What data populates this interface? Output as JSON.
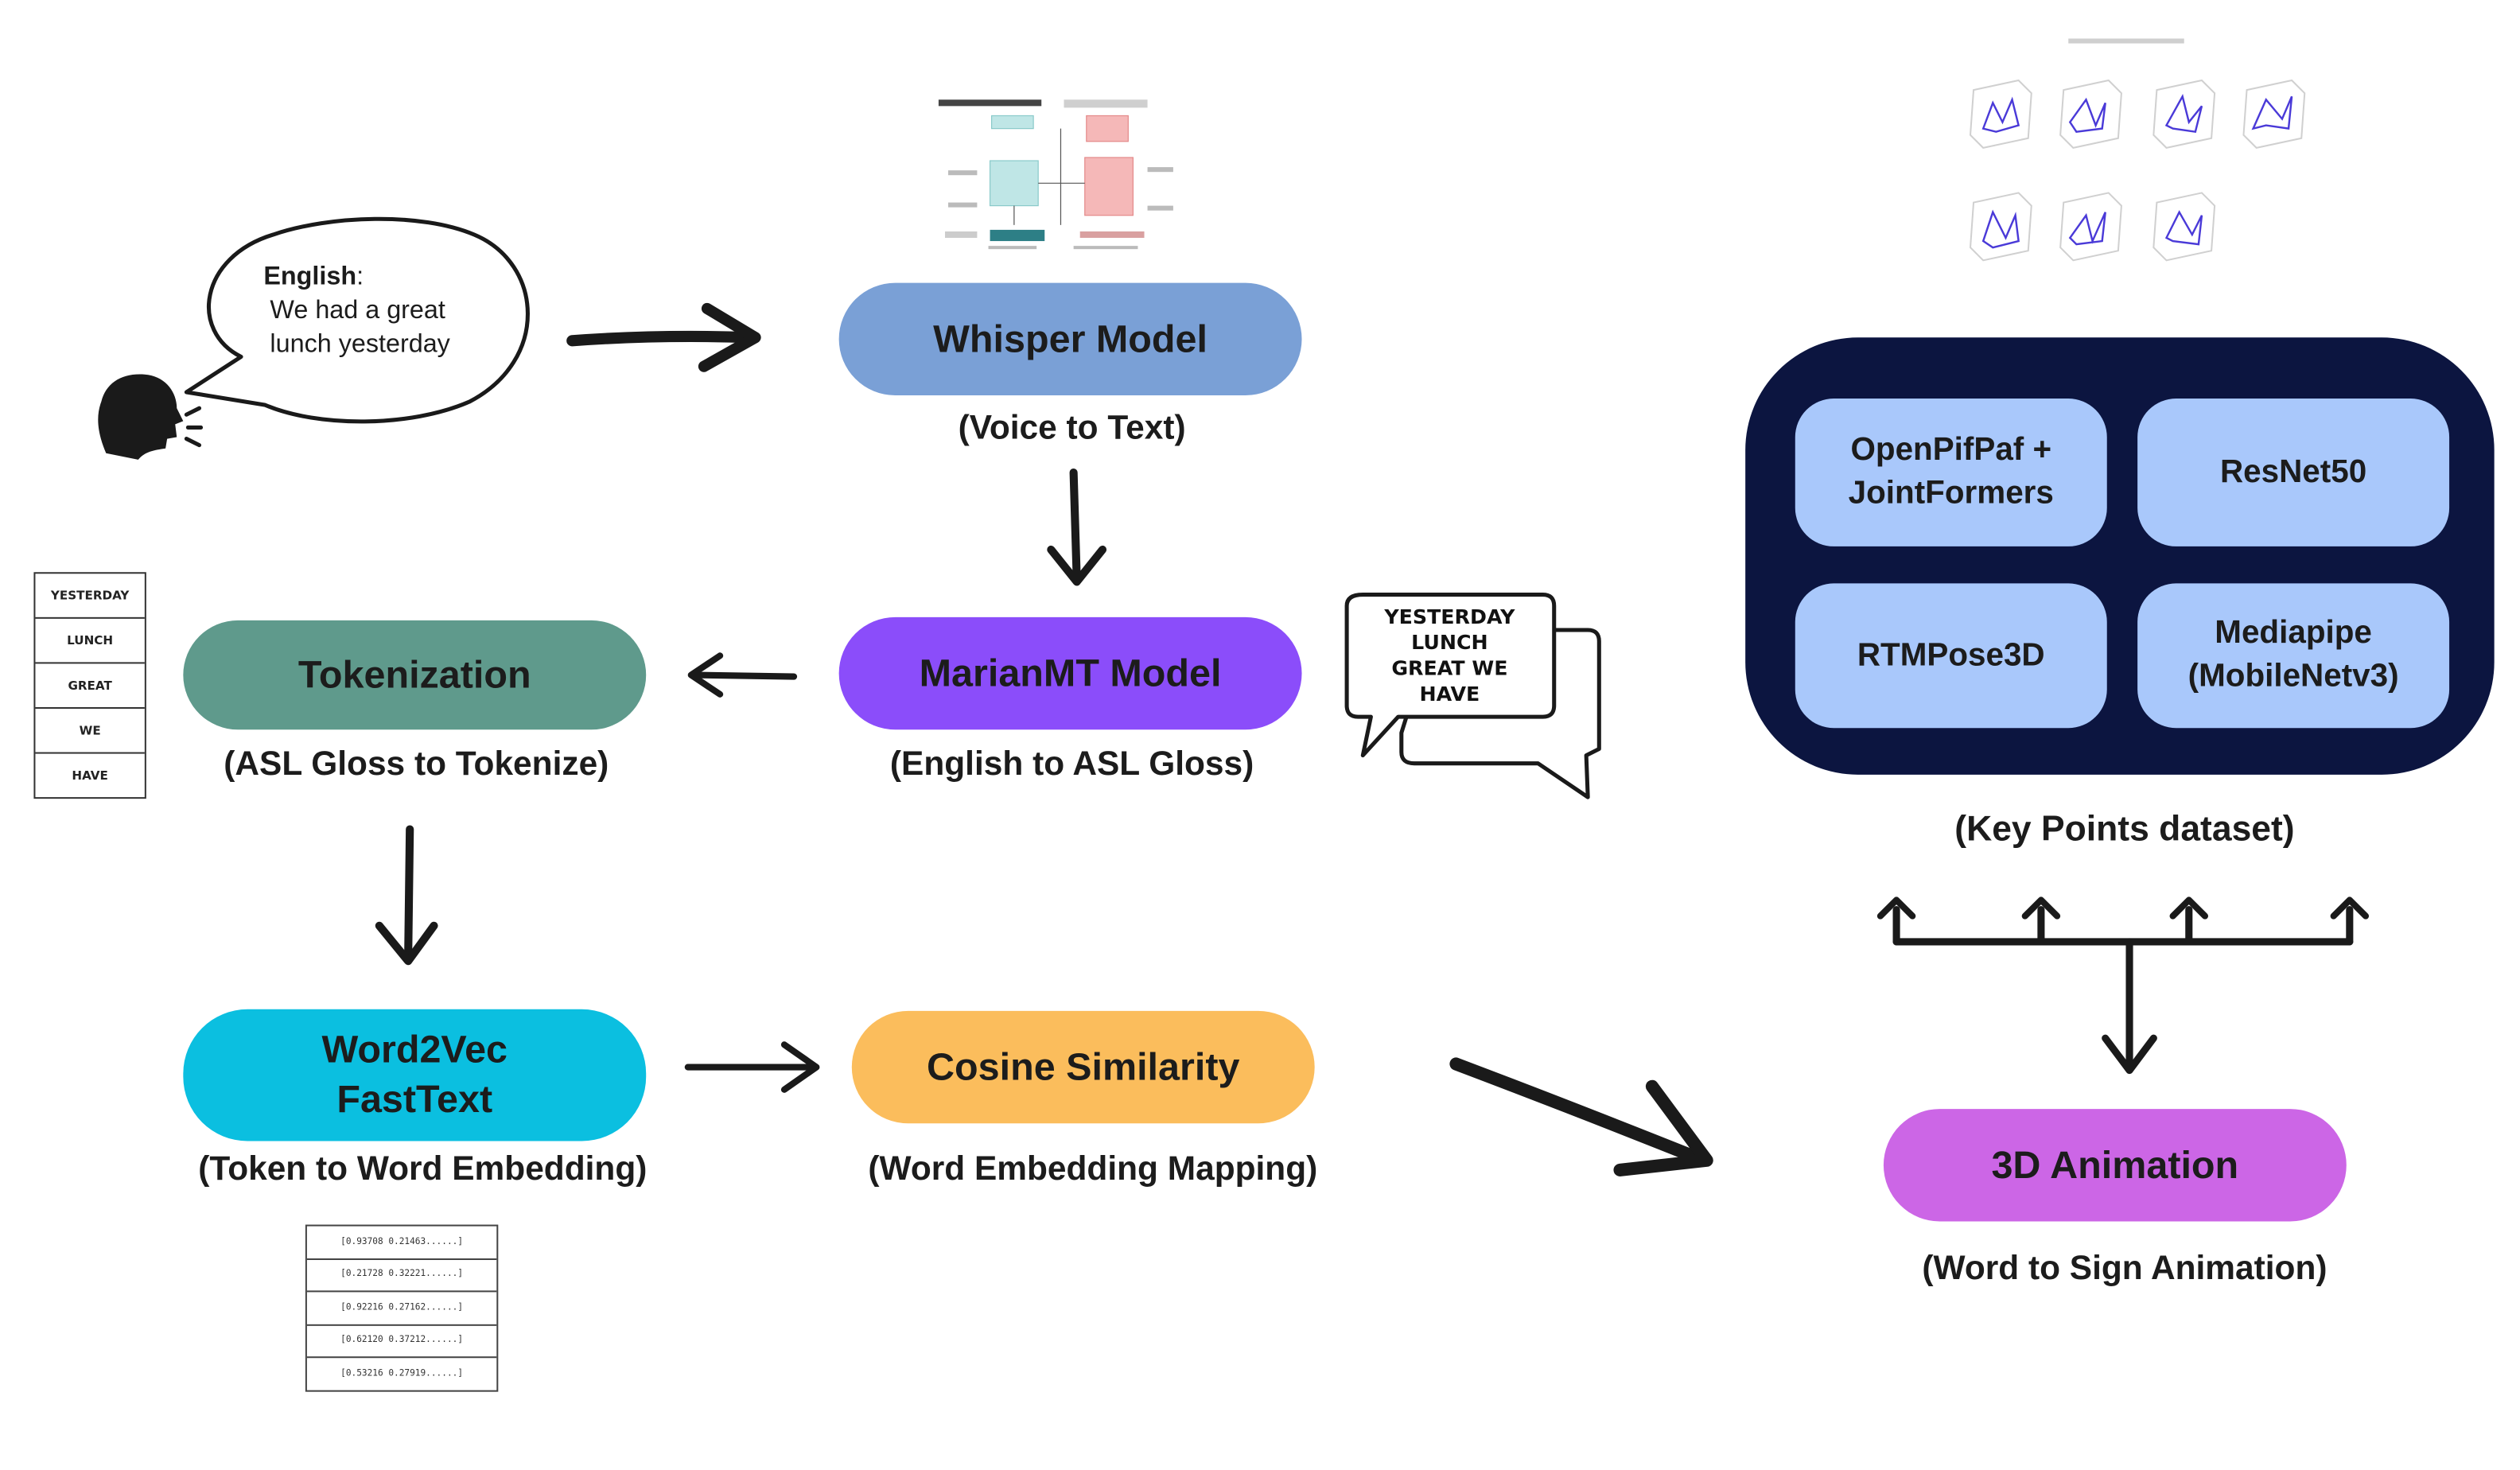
{
  "speech": {
    "label": "English",
    "text": "We had a great lunch yesterday"
  },
  "nodes": {
    "whisper": {
      "label": "Whisper Model",
      "caption": "(Voice to Text)",
      "color": "#7aa0d6"
    },
    "marian": {
      "label": "MarianMT Model",
      "caption": "(English to ASL Gloss)",
      "color": "#8b4dfa"
    },
    "tokenization": {
      "label": "Tokenization",
      "caption": "(ASL Gloss to Tokenize)",
      "color": "#5f9a8c"
    },
    "word2vec": {
      "label_line1": "Word2Vec",
      "label_line2": "FastText",
      "caption": "(Token to Word Embedding)",
      "color": "#0bbfe0"
    },
    "cosine": {
      "label": "Cosine Similarity",
      "caption": "(Word Embedding Mapping)",
      "color": "#fbbd5c"
    },
    "animation": {
      "label": "3D Animation",
      "caption": "(Word to Sign Animation)",
      "color": "#cc66e6"
    }
  },
  "gloss_bubble": [
    "YESTERDAY",
    "LUNCH",
    "GREAT WE",
    "HAVE"
  ],
  "token_table": [
    "YESTERDAY",
    "LUNCH",
    "GREAT",
    "WE",
    "HAVE"
  ],
  "embedding_table": [
    "[0.93708 0.21463......]",
    "[0.21728 0.32221......]",
    "[0.92216 0.27162......]",
    "[0.62120 0.37212......]",
    "[0.53216 0.27919......]"
  ],
  "keypoints": {
    "caption": "(Key Points dataset)",
    "panel_color": "#0c1540",
    "cell_color": "#a9c8fb",
    "models": [
      {
        "line1": "OpenPifPaf +",
        "line2": "JointFormers"
      },
      {
        "line1": "ResNet50",
        "line2": ""
      },
      {
        "line1": "RTMPose3D",
        "line2": ""
      },
      {
        "line1": "Mediapipe",
        "line2": "(MobileNetv3)"
      }
    ]
  },
  "icons": {
    "speaker": "speaking-head-icon",
    "seq_thumbnail": "sequence-to-sequence-diagram-thumbnail",
    "plots_thumbnail": "3d-keypoint-plots-thumbnail"
  }
}
